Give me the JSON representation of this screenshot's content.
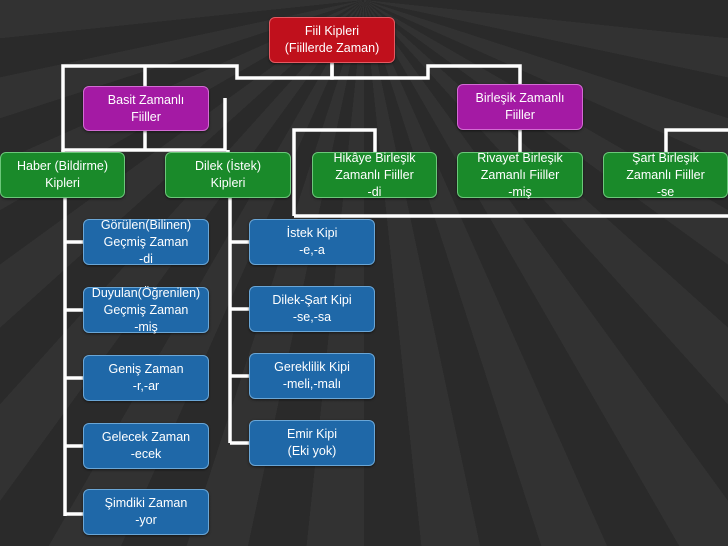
{
  "root": {
    "label": "Fiil Kipleri\n(Fiillerde Zaman)"
  },
  "simple": {
    "label": "Basit Zamanlı\nFiiller"
  },
  "compound": {
    "label": "Birleşik Zamanlı\nFiiller"
  },
  "haber": {
    "label": "Haber (Bildirme)\nKipleri"
  },
  "dilek": {
    "label": "Dilek (İstek)\nKipleri"
  },
  "hikaye": {
    "label": "Hikâye Birleşik\nZamanlı Fiiller\n-di"
  },
  "rivayet": {
    "label": "Rivayet Birleşik\nZamanlı Fiiller\n-miş"
  },
  "sart": {
    "label": "Şart  Birleşik\nZamanlı Fiiller\n-se"
  },
  "haber_items": [
    "Görülen(Bilinen)\nGeçmiş Zaman\n-di",
    "Duyulan(Öğrenilen)\nGeçmiş Zaman\n-miş",
    "Geniş Zaman\n-r,-ar",
    "Gelecek Zaman\n-ecek",
    "Şimdiki Zaman\n-yor"
  ],
  "dilek_items": [
    "İstek Kipi\n-e,-a",
    "Dilek-Şart Kipi\n-se,-sa",
    "Gereklilik Kipi\n-meli,-malı",
    "Emir Kipi\n(Eki yok)"
  ],
  "colors": {
    "background": "#2a2a2a",
    "connector": "#ffffff",
    "root": "#c0101c",
    "category": "#a41aa4",
    "kip": "#1a8a2a",
    "zaman": "#1f68a8"
  }
}
